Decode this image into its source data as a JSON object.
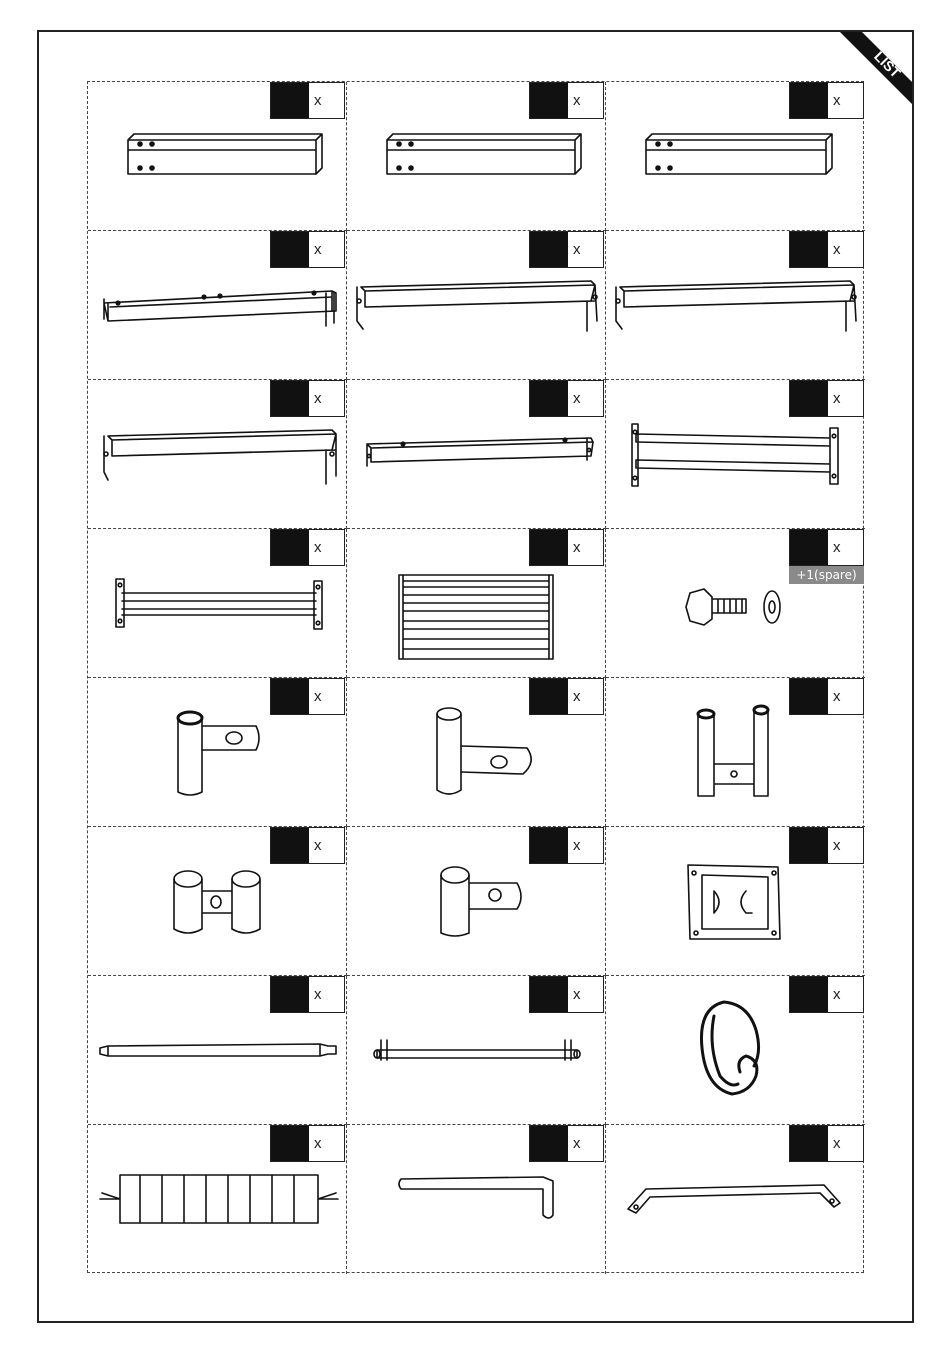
{
  "corner_tab": "LIST",
  "qty_symbol": "x",
  "parts": [
    {
      "icon": "square-tube-icon"
    },
    {
      "icon": "square-tube-icon"
    },
    {
      "icon": "square-tube-icon"
    },
    {
      "icon": "flat-rail-icon"
    },
    {
      "icon": "angled-rail-icon"
    },
    {
      "icon": "angled-rail-icon"
    },
    {
      "icon": "angled-rail-icon"
    },
    {
      "icon": "flat-rail-icon"
    },
    {
      "icon": "double-rail-icon"
    },
    {
      "icon": "double-rail-icon"
    },
    {
      "icon": "slat-panel-icon"
    },
    {
      "icon": "bolt-washer-icon",
      "spare": "+1(spare)"
    },
    {
      "icon": "tube-bracket-icon"
    },
    {
      "icon": "tube-bracket-icon"
    },
    {
      "icon": "u-clamp-icon"
    },
    {
      "icon": "double-tube-clamp-icon"
    },
    {
      "icon": "tube-bracket-icon"
    },
    {
      "icon": "mounting-plate-icon"
    },
    {
      "icon": "axle-rod-icon"
    },
    {
      "icon": "pin-rod-icon"
    },
    {
      "icon": "chain-icon"
    },
    {
      "icon": "roller-icon"
    },
    {
      "icon": "l-handle-icon"
    },
    {
      "icon": "flat-bar-icon"
    }
  ]
}
